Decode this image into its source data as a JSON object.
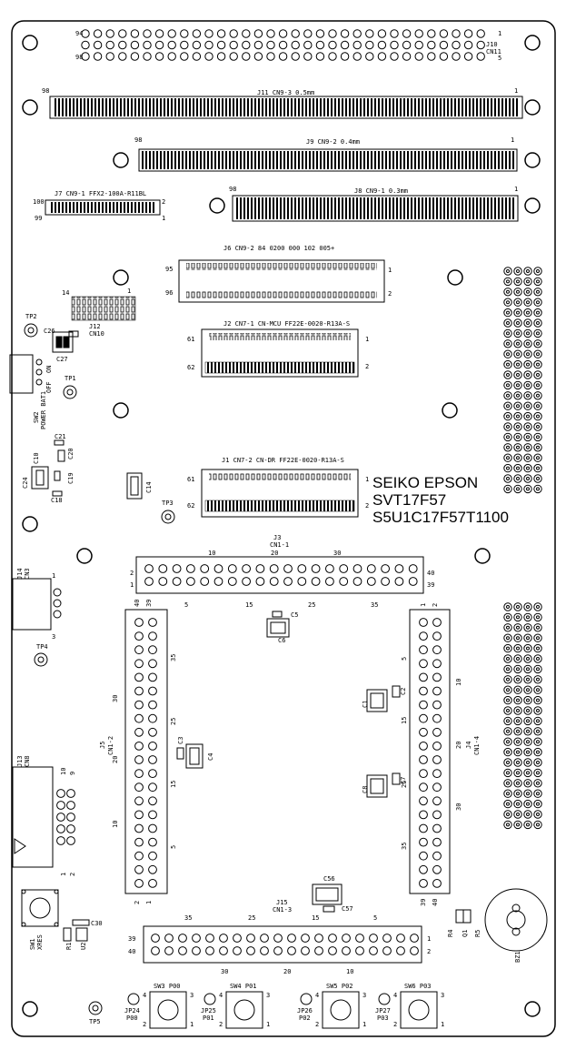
{
  "board": {
    "title": [
      "SEIKO EPSON",
      "SVT17F57",
      "S5U1C17F57T1100"
    ]
  },
  "connectors": {
    "j10": {
      "name": "J10",
      "sub": "CN11",
      "pin_top_left": "94",
      "pin_bottom_left": "98",
      "pin_top_right": "1",
      "pin_bottom_right": "5"
    },
    "j11": {
      "name": "J11 CN9-3 0.5mm",
      "pin_left": "98",
      "pin_right": "1"
    },
    "j9": {
      "name": "J9 CN9-2 0.4mm",
      "pin_left": "98",
      "pin_right": "1"
    },
    "j7": {
      "name": "J7 CN9-1 FFX2-100A-R11BL",
      "pin_a": "100",
      "pin_b": "99",
      "pin_c": "2",
      "pin_d": "1"
    },
    "j8": {
      "name": "J8 CN9-1 0.3mm",
      "pin_left": "98",
      "pin_right": "1"
    },
    "j6": {
      "name": "J6 CN9-2 84 0200 000 102 005+",
      "pin_a": "95",
      "pin_b": "96",
      "pin_c": "1",
      "pin_d": "2"
    },
    "j12": {
      "name": "J12",
      "sub": "CN10",
      "pin_left": "14",
      "pin_right": "1"
    },
    "j2": {
      "name": "J2 CN7-1 CN-MCU FF22E-0020-R13A-S",
      "pin_a": "61",
      "pin_b": "62",
      "pin_c": "1",
      "pin_d": "2"
    },
    "j1": {
      "name": "J1 CN7-2 CN-DR FF22E-0020-R13A-S",
      "pin_a": "61",
      "pin_b": "62",
      "pin_c": "1",
      "pin_d": "2"
    },
    "j3": {
      "name": "J3",
      "sub": "CN1-1",
      "nums_top": [
        "10",
        "20",
        "30"
      ],
      "nums_bottom": [
        "5",
        "15",
        "25",
        "35"
      ],
      "row_a": "2",
      "row_b": "1",
      "end_a": "40",
      "end_b": "39"
    },
    "j5": {
      "name": "J5",
      "sub": "CN1-2",
      "nums_outer": [
        "30",
        "20",
        "10"
      ],
      "nums_inner": [
        "35",
        "25",
        "15",
        "5"
      ],
      "top_a": "40",
      "top_b": "39",
      "bot_a": "2",
      "bot_b": "1"
    },
    "j4": {
      "name": "J4",
      "sub": "CN1-4",
      "nums_outer": [
        "10",
        "20",
        "30"
      ],
      "nums_inner": [
        "5",
        "15",
        "25",
        "35"
      ],
      "top_a": "1",
      "top_b": "2",
      "bot_a": "39",
      "bot_b": "40"
    },
    "j15": {
      "name": "J15",
      "sub": "CN1-3",
      "nums_top": [
        "35",
        "25",
        "15",
        "5"
      ],
      "nums_bottom": [
        "30",
        "20",
        "10"
      ],
      "row_a": "39",
      "row_b": "40",
      "end_a": "1",
      "end_b": "2"
    },
    "j14": {
      "name": "J14",
      "sub": "CN3",
      "pin_a": "1",
      "pin_b": "3"
    },
    "j13": {
      "name": "J13",
      "sub": "CN8",
      "pin_a": "1",
      "pin_b": "2",
      "pin_c": "10",
      "pin_d": "9"
    }
  },
  "components": {
    "c26": "C26",
    "c27": "C27",
    "c10": "C10",
    "c21": "C21",
    "c20": "C20",
    "c24": "C24",
    "c19": "C19",
    "c18": "C18",
    "c14": "C14",
    "c5": "C5",
    "c6": "C6",
    "c1": "C1",
    "c2": "C2",
    "c3": "C3",
    "c4": "C4",
    "c8": "C8",
    "c7": "C7",
    "c56": "C56",
    "c57": "C57",
    "c30": "C30",
    "r1": "R1",
    "u2": "U2",
    "r4": "R4",
    "q1": "Q1",
    "r5": "R5",
    "bz1": "BZ1"
  },
  "test_points": {
    "tp1": "TP1",
    "tp2": "TP2",
    "tp3": "TP3",
    "tp4": "TP4",
    "tp5": "TP5"
  },
  "switches": {
    "sw2": {
      "name": "SW2",
      "sub": "POWER BAT1",
      "on": "ON",
      "off": "OFF"
    },
    "sw1": {
      "name": "SW1",
      "sub": "XRES"
    },
    "buttons": [
      {
        "name": "SW3 P00",
        "jp": "JP24",
        "jp_sub": "P00"
      },
      {
        "name": "SW4 P01",
        "jp": "JP25",
        "jp_sub": "P01"
      },
      {
        "name": "SW5 P02",
        "jp": "JP26",
        "jp_sub": "P02"
      },
      {
        "name": "SW6 P03",
        "jp": "JP27",
        "jp_sub": "P03"
      }
    ],
    "pin_nums": [
      "4",
      "3",
      "2",
      "1"
    ]
  },
  "colors": {
    "ink": "#000000",
    "paper": "#ffffff"
  }
}
